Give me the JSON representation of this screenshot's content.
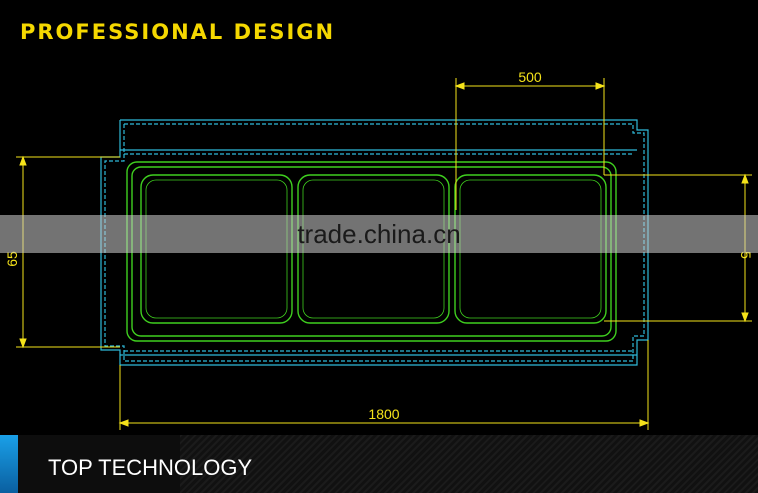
{
  "header": {
    "title": "PROFESSIONAL DESIGN"
  },
  "drawing": {
    "dimensions": {
      "top": "500",
      "bottom": "1800",
      "left": "65",
      "right": "5"
    }
  },
  "watermark": {
    "text": "trade.china.cn"
  },
  "footer": {
    "label": "TOP TECHNOLOGY"
  },
  "colors": {
    "title": "#f5d800",
    "outline_cyan": "#2fb9d9",
    "outline_green": "#3fcf1f",
    "dimension": "#f5e31a",
    "accent": "#1aa0e8"
  }
}
